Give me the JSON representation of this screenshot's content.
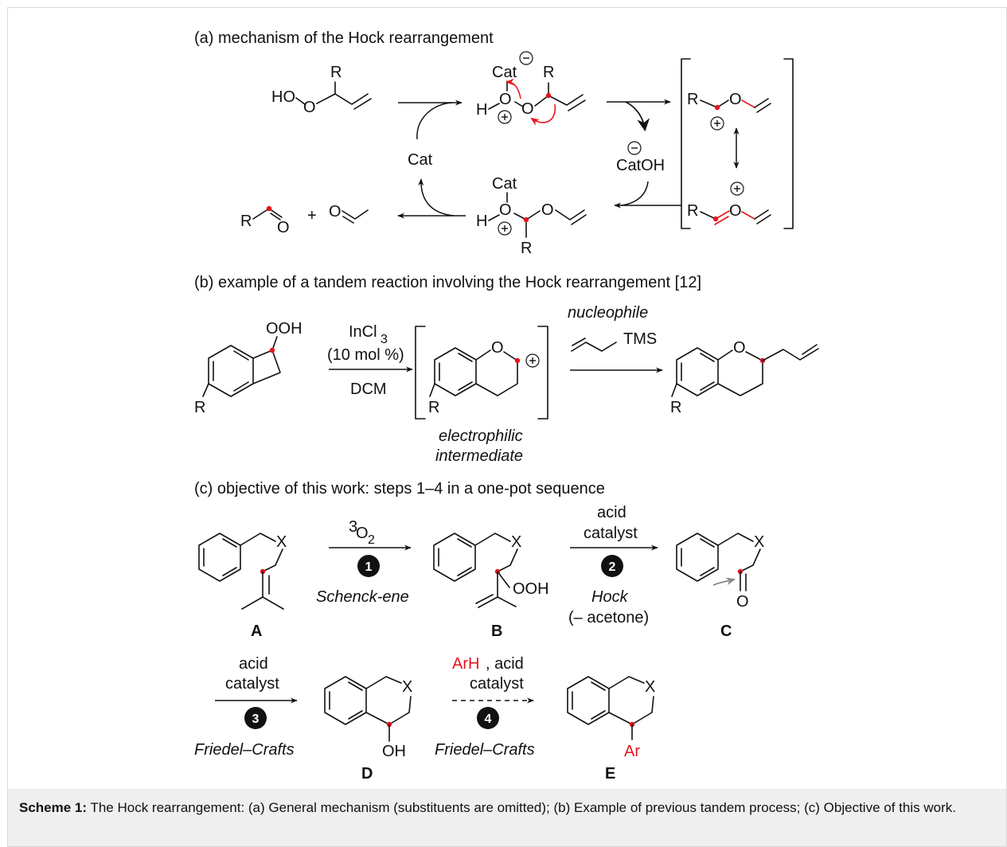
{
  "panels": {
    "a": {
      "heading": "(a) mechanism of the Hock rearrangement"
    },
    "b": {
      "heading": "(b) example of a tandem reaction involving the Hock rearrangement [12]"
    },
    "c": {
      "heading": "(c) objective of this work: steps 1–4 in a one-pot sequence"
    }
  },
  "atoms": {
    "R": "R",
    "HO": "HO",
    "O": "O",
    "H": "H",
    "Cat": "Cat",
    "CatOH": "CatOH",
    "plus_sign": "+",
    "OOH": "OOH",
    "OH": "OH",
    "X": "X",
    "TMS": "TMS",
    "Ar": "Ar"
  },
  "charges": {
    "minus": "−",
    "plus": "+"
  },
  "reagents": {
    "cat": "Cat",
    "incl3": "InCl",
    "incl3_sub": "3",
    "mol": "(10 mol %)",
    "dcm": "DCM",
    "nucleophile": "nucleophile",
    "electrophilic_1": "electrophilic",
    "electrophilic_2": "intermediate",
    "o2_sup": "3",
    "o2": "O",
    "o2_sub": "2",
    "schenck": "Schenck-ene",
    "acid": "acid",
    "catalyst": "catalyst",
    "hock": "Hock",
    "acetone": "(– acetone)",
    "friedel": "Friedel–Crafts",
    "arh": "ArH",
    "arh_rest": ", acid"
  },
  "steps": [
    "1",
    "2",
    "3",
    "4"
  ],
  "compounds": [
    "A",
    "B",
    "C",
    "D",
    "E"
  ],
  "caption": {
    "label": "Scheme 1:",
    "text": " The Hock rearrangement: (a) General mechanism (substituents are omitted); (b) Example of previous tandem process; (c) Objective of this work."
  },
  "colors": {
    "highlight": "#e8141e",
    "caption_bg": "#efefef",
    "step_badge": "#111111"
  }
}
